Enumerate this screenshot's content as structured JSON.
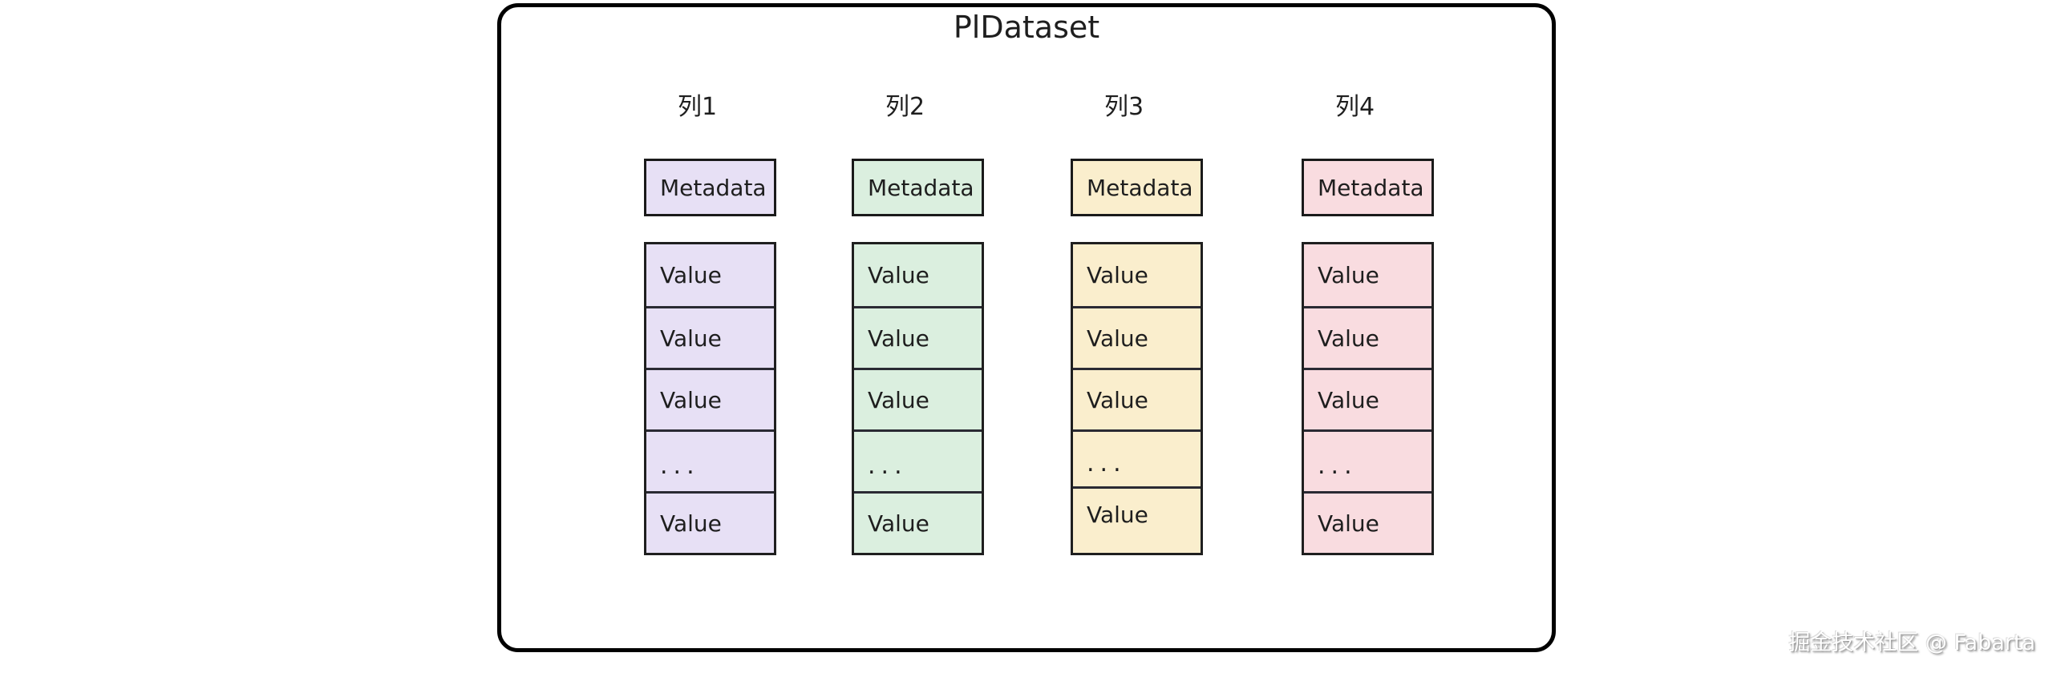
{
  "diagram": {
    "title": "PlDataset",
    "watermark": "掘金技术社区 @ Fabarta",
    "colors": {
      "outer_border": "#000000",
      "cell_stroke": "#1e1e1e",
      "text": "#1e1e1e",
      "background": "#ffffff"
    },
    "columns": [
      {
        "header": "列1",
        "fill": "#e7e0f5",
        "metadata_label": "Metadata",
        "values": [
          "Value",
          "Value",
          "Value",
          "...",
          "Value"
        ]
      },
      {
        "header": "列2",
        "fill": "#dbefdf",
        "metadata_label": "Metadata",
        "values": [
          "Value",
          "Value",
          "Value",
          "...",
          "Value"
        ]
      },
      {
        "header": "列3",
        "fill": "#faeecd",
        "metadata_label": "Metadata",
        "values": [
          "Value",
          "Value",
          "Value",
          "...",
          "Value"
        ]
      },
      {
        "header": "列4",
        "fill": "#f9dce0",
        "metadata_label": "Metadata",
        "values": [
          "Value",
          "Value",
          "Value",
          "...",
          "Value"
        ]
      }
    ]
  }
}
